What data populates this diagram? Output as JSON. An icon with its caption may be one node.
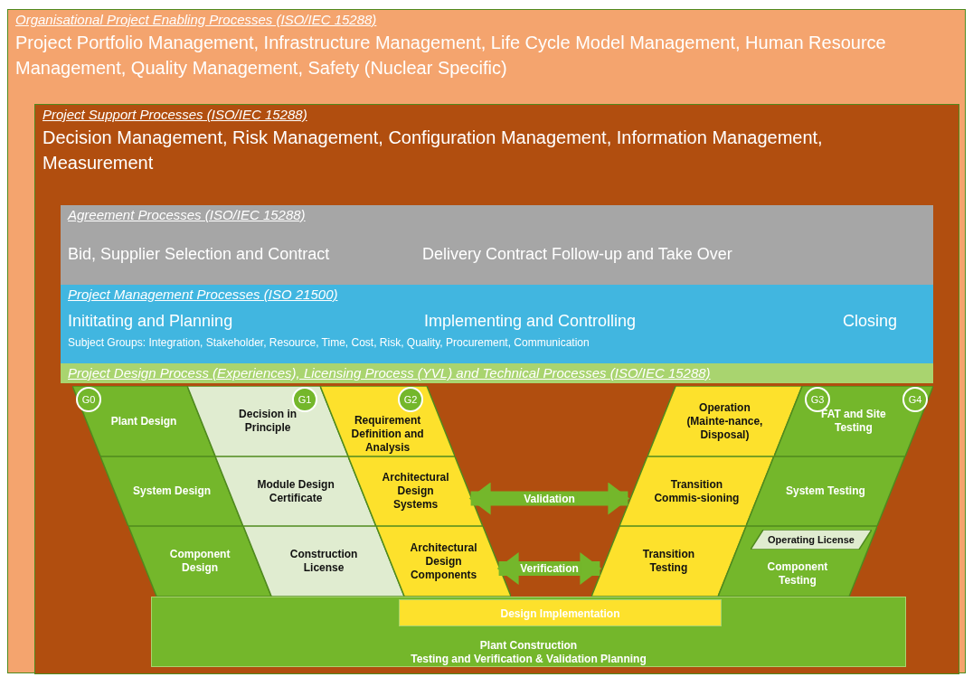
{
  "diagram": {
    "nodes": [
      {
        "text": [
          "Organisational Project Enabling Processes (ISO/IEC 15288)",
          "Project Portfolio Management, Infrastructure Management, Life Cycle Model Management, Human Resource Management, Quality Management, Safety (Nuclear Specific)"
        ]
      },
      {
        "text": [
          "Project Support Processes (ISO/IEC 15288)",
          "Decision Management, Risk Management, Configuration Management, Information Management, Measurement"
        ],
        "in": 0
      },
      {
        "text": [
          "Agreement Processes (ISO/IEC 15288)",
          "Bid, Supplier Selection and Contract",
          "Delivery Contract Follow-up and Take Over"
        ],
        "in": 1
      },
      {
        "text": [
          "Project Management Processes (ISO 21500)",
          "Inititating and Planning",
          "Implementing and Controlling",
          "Closing",
          "Subject Groups: Integration, Stakeholder, Resource, Time, Cost, Risk, Quality, Procurement, Communication"
        ],
        "in": 1
      },
      {
        "text": [
          "Project Design Process (Experiences), Licensing Process (YVL) and Technical Processes (ISO/IEC 15288)"
        ],
        "in": 1
      },
      {
        "text": [
          "Plant Design"
        ],
        "in": 1
      },
      {
        "text": [
          "Decision in Principle"
        ],
        "in": 1
      },
      {
        "text": [
          "Requirement Definition and Analysis"
        ],
        "in": 1
      },
      {
        "text": [
          "Operation (Mainte-nance, Disposal)"
        ],
        "in": 1
      },
      {
        "text": [
          "FAT and Site Testing"
        ],
        "in": 1
      },
      {
        "text": [
          "System Design"
        ],
        "in": 1
      },
      {
        "text": [
          "Module Design Certificate"
        ],
        "in": 1
      },
      {
        "text": [
          "Architectural Design Systems"
        ],
        "in": 1
      },
      {
        "text": [
          "Transition Commis-sioning"
        ],
        "in": 1
      },
      {
        "text": [
          "System Testing"
        ],
        "in": 1
      },
      {
        "text": [
          "Component Design"
        ],
        "in": 1
      },
      {
        "text": [
          "Construction License"
        ],
        "in": 1
      },
      {
        "text": [
          "Architectural Design Components"
        ],
        "in": 1
      },
      {
        "text": [
          "Transition Testing"
        ],
        "in": 1
      },
      {
        "text": [
          "Component Testing"
        ],
        "in": 1
      },
      {
        "text": [
          "Operating License"
        ],
        "in": 19
      },
      {
        "text": [
          "Plant Construction",
          "Testing and Verification & Validation Planning"
        ],
        "in": 1
      },
      {
        "text": [
          "Design Implementation"
        ],
        "in": 21
      },
      {
        "text": [
          "G0"
        ],
        "in": 5
      },
      {
        "text": [
          "G1"
        ],
        "in": 6
      },
      {
        "text": [
          "G2"
        ],
        "in": 7
      },
      {
        "text": [
          "G3"
        ],
        "in": 9
      },
      {
        "text": [
          "G4"
        ],
        "in": 9
      }
    ],
    "edges": [
      {
        "from": 12,
        "to": 13,
        "arrow": "both",
        "label": "Validation"
      },
      {
        "from": 17,
        "to": 18,
        "arrow": "both",
        "label": "Verification"
      }
    ]
  }
}
